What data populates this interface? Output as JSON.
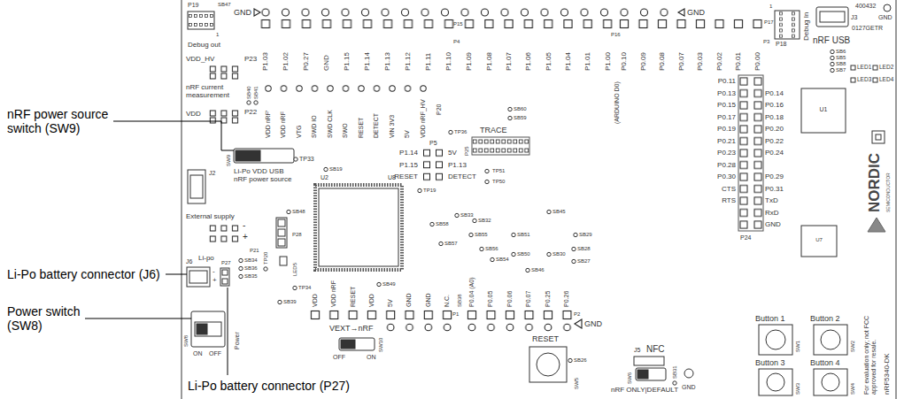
{
  "diagram": {
    "labels": [
      "nRF power source switch (SW9)",
      "Li-Po battery connector (J6)",
      "Power switch (SW8)",
      "Li-Po battery connector (P27)",
      "P19",
      "SB47",
      "GND",
      "1",
      "Debug out",
      "VDD_HV",
      "P23",
      "nRF current measurement",
      "VDD",
      "P22",
      "P1.03",
      "P1.02",
      "P0.27",
      "GND",
      "P1.15",
      "P1.14",
      "P1.13",
      "P1.12",
      "P1.11",
      "P1.10",
      "P1.09",
      "P1.08",
      "P1.07",
      "P1.06",
      "P1.05",
      "P1.04",
      "P1.01",
      "P1.00",
      "(ARDUINO D0)",
      "P0.10",
      "P0.09",
      "P0.08",
      "P0.07",
      "P0.03",
      "P0.02",
      "P0.01",
      "P0.00",
      "P15",
      "P16",
      "P17",
      "GND",
      "P4",
      "P3",
      "P18",
      "Debug In",
      "1",
      "nRF USB",
      "J3",
      "400432",
      "0127GETR",
      "GND",
      "SB6",
      "SB5",
      "SB8",
      "SB7",
      "LED1",
      "LED2",
      "LED3",
      "LED4",
      "P0.11",
      "P0.13",
      "P0.15",
      "P0.17",
      "P0.19",
      "P0.21",
      "P0.23",
      "P0.28",
      "P0.30",
      "CTS",
      "RTS",
      "P0.14",
      "P0.16",
      "P0.18",
      "P0.20",
      "P0.22",
      "P0.24",
      "P0.29",
      "P0.31",
      "TxD",
      "RxD",
      "GND",
      "P24",
      "U1",
      "VDD nRF'",
      "VDD nRF",
      "VTG",
      "SWD IO",
      "SWD CLK",
      "SWO",
      "RESET",
      "DETECT",
      "VIN 3V3",
      "5V",
      "VDD nRF_HV",
      "P20",
      "SB40",
      "SB41",
      "SW9",
      "Li-Po VDD USB",
      "nRF power source",
      "TP33",
      "SB19",
      "J2",
      "SB48",
      "P28",
      "LED5",
      "U2",
      "U8",
      "External supply",
      "-",
      "+",
      "P21",
      "TP20",
      "TP34",
      "SB39",
      "SB49",
      "J6",
      "Li-po",
      "P27",
      "-",
      "+",
      "SB34",
      "SB36",
      "SB35",
      "SW8",
      "Power",
      "ON",
      "OFF",
      "VDD",
      "VDD nRF",
      "RESET",
      "VDD",
      "5V",
      "GND",
      "GND",
      "N.C.",
      "P0.04 (A0)",
      "P0.05",
      "P0.06",
      "P0.07",
      "P0.25",
      "P0.26",
      "SB38",
      "P1",
      "P2",
      "GND",
      "VEXT→nRF",
      "OFF",
      "ON",
      "SW10",
      "RESET",
      "SB26",
      "SW5",
      "J5",
      "NFC",
      "SW6",
      "nRF ONLY|DEFAULT",
      "SB31",
      "GND",
      "Button 1",
      "Button 2",
      "Button 3",
      "Button 4",
      "SW1",
      "SW2",
      "SW3",
      "SW4",
      "For evaluation only; not FCC approved for resale.",
      "nRF5340-DK",
      "NORDIC",
      "SEMICONDUCTOR",
      "U7",
      "SB60",
      "SB59",
      "TRACE",
      "P25",
      "P5",
      "P1.14",
      "5V",
      "P1.15",
      "P1.13",
      "RESET",
      "DETECT",
      "TP36",
      "TP19",
      "TP51",
      "TP50",
      "SB33",
      "SB32",
      "SB58",
      "SB57",
      "SB55",
      "SB56",
      "SB51",
      "SB50",
      "SB54",
      "SB46",
      "SB45",
      "SB29",
      "SB28",
      "SB27",
      "SB30"
    ]
  }
}
